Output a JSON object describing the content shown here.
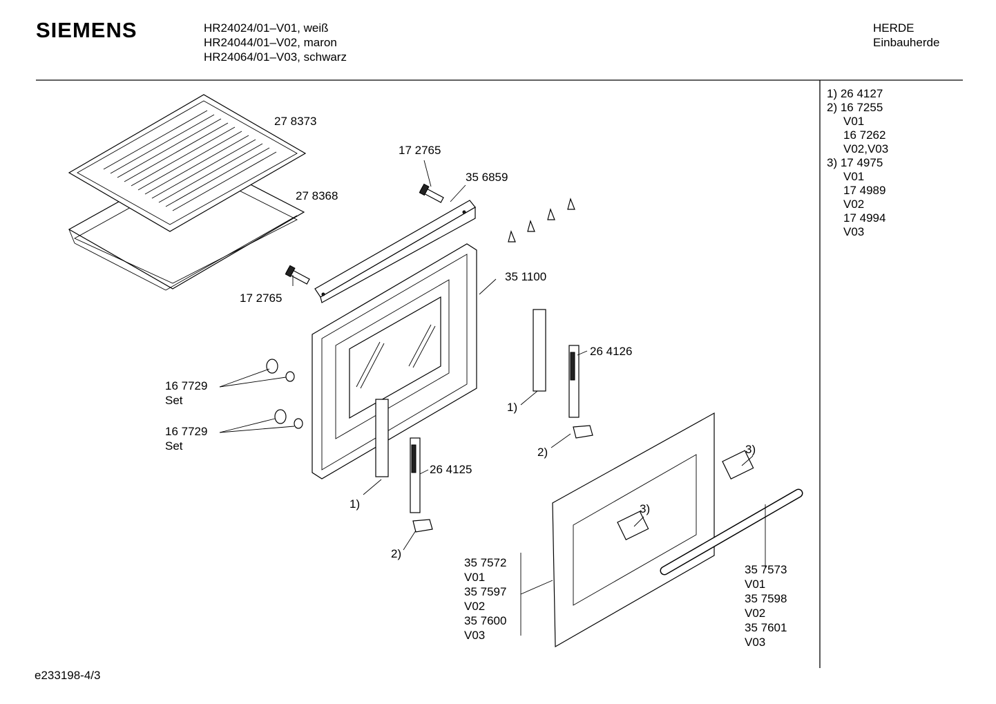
{
  "header": {
    "brand": "SIEMENS",
    "models": [
      "HR24024/01–V01, weiß",
      "HR24044/01–V02, maron",
      "HR24064/01–V03, schwarz"
    ],
    "category_title": "HERDE",
    "category_sub": "Einbauherde"
  },
  "legend": [
    {
      "text": "1)  26 4127",
      "indent": false
    },
    {
      "text": "2)  16 7255",
      "indent": false
    },
    {
      "text": "V01",
      "indent": true
    },
    {
      "text": "16 7262",
      "indent": true
    },
    {
      "text": "V02,V03",
      "indent": true
    },
    {
      "text": "3)  17 4975",
      "indent": false
    },
    {
      "text": "V01",
      "indent": true
    },
    {
      "text": "17 4989",
      "indent": true
    },
    {
      "text": "V02",
      "indent": true
    },
    {
      "text": "17 4994",
      "indent": true
    },
    {
      "text": "V03",
      "indent": true
    }
  ],
  "callouts": {
    "rack": "27 8373",
    "tray": "27 8368",
    "screw_top": "17 2765",
    "hinge_bar": "35 6859",
    "screw_left": "17 2765",
    "inner_door": "35 1100",
    "hinge_right": "26 4126",
    "hinge_left": "26 4125",
    "bolt_set_1": [
      "16 7729",
      "Set"
    ],
    "bolt_set_2": [
      "16 7729",
      "Set"
    ],
    "ref_1_right": "1)",
    "ref_1_left": "1)",
    "ref_2_right": "2)",
    "ref_2_left": "2)",
    "ref_3_top": "3)",
    "ref_3_mid": "3)",
    "outer_door": [
      "35 7572",
      "V01",
      "35 7597",
      "V02",
      "35 7600",
      "V03"
    ],
    "handle": [
      "35 7573",
      "V01",
      "35 7598",
      "V02",
      "35 7601",
      "V03"
    ]
  },
  "footer": {
    "drawing_id": "e233198-4/3"
  }
}
